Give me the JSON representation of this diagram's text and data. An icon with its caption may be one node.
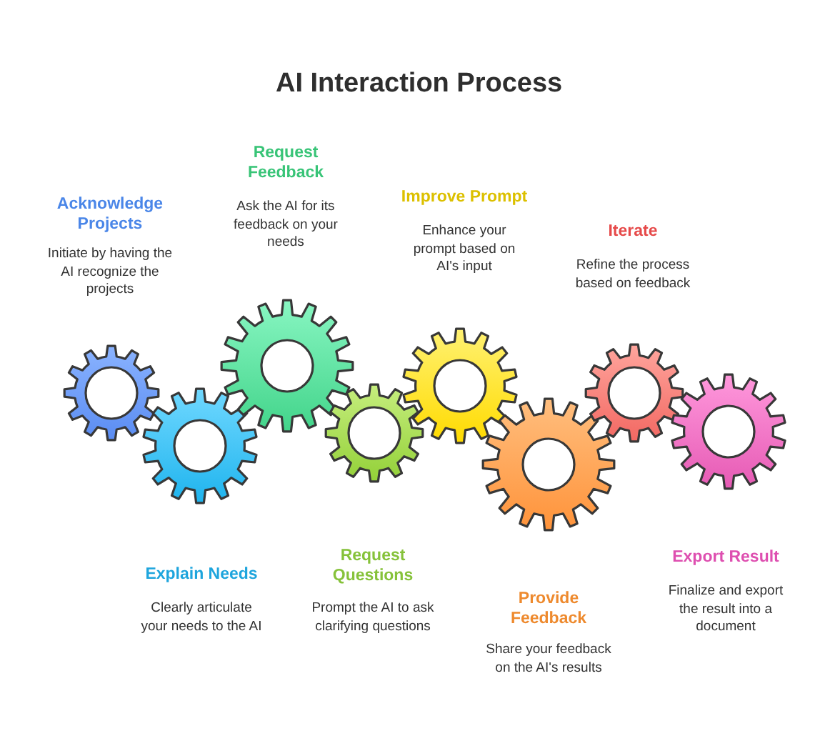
{
  "diagram": {
    "title": "AI Interaction Process",
    "nodes": [
      {
        "text": [],
        "shape": "gear",
        "beside": [
          "Acknowledge Projects",
          "Initiate by having the AI recognize the projects"
        ]
      },
      {
        "text": [],
        "shape": "gear",
        "beside": [
          "Explain Needs",
          "Clearly articulate your needs to the AI"
        ]
      },
      {
        "text": [],
        "shape": "gear",
        "beside": [
          "Request Feedback",
          "Ask the AI for its feedback on your needs"
        ]
      },
      {
        "text": [],
        "shape": "gear",
        "beside": [
          "Request Questions",
          "Prompt the AI to ask clarifying questions"
        ]
      },
      {
        "text": [],
        "shape": "gear",
        "beside": [
          "Improve Prompt",
          "Enhance your prompt based on AI's input"
        ]
      },
      {
        "text": [],
        "shape": "gear",
        "beside": [
          "Provide Feedback",
          "Share your feedback on the AI's results"
        ]
      },
      {
        "text": [],
        "shape": "gear",
        "beside": [
          "Iterate",
          "Refine the process based on feedback"
        ]
      },
      {
        "text": [],
        "shape": "gear",
        "beside": [
          "Export Result",
          "Finalize and export the result into a document"
        ]
      }
    ]
  }
}
